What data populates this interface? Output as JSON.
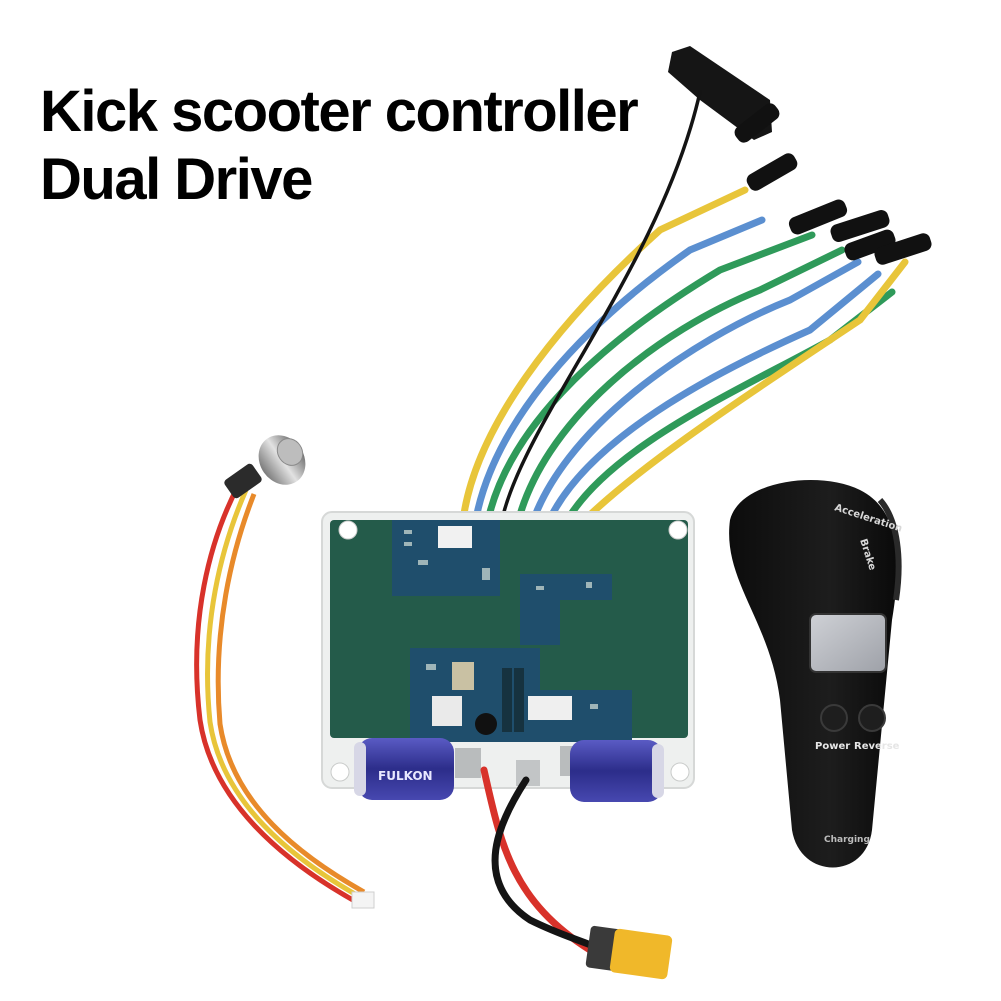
{
  "headline": {
    "line1": "Kick scooter controller",
    "line2": "Dual Drive"
  },
  "remote": {
    "label_acceleration": "Acceleration",
    "label_brake": "Brake",
    "button_power": "Power",
    "button_reverse": "Reverse",
    "label_charging": "Charging"
  },
  "capacitor": {
    "brand": "FULKON"
  },
  "colors": {
    "pcb_green": "#245b4a",
    "pcb_blue": "#1f4e6c",
    "wire_yellow": "#e8c53a",
    "wire_blue": "#5b8fd0",
    "wire_green": "#2f9a5a",
    "wire_black": "#141414",
    "wire_red": "#d8322a",
    "capacitor_purple": "#3e3fa0",
    "remote_body": "#141414",
    "connector_yellow": "#f0b82a"
  }
}
